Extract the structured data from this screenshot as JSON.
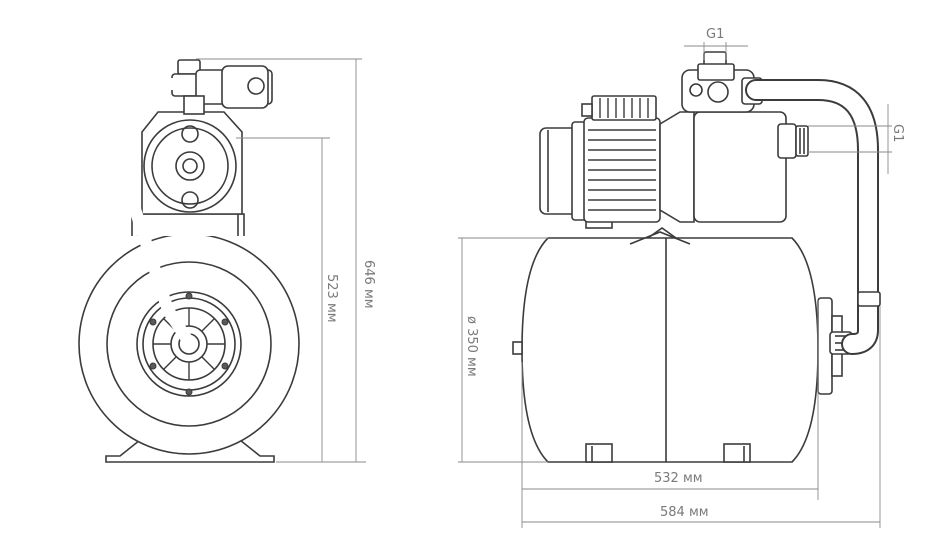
{
  "dimensions": {
    "height_total": "646 мм",
    "height_tank": "523 мм",
    "tank_diameter": "ø 350 мм",
    "tank_length": "532 мм",
    "total_length": "584 мм",
    "inlet_thread": "G1",
    "outlet_thread": "G1"
  },
  "colors": {
    "line": "#3b3b3b",
    "dimension": "#8a8a8a",
    "text": "#7a7a7a",
    "background": "#ffffff"
  }
}
